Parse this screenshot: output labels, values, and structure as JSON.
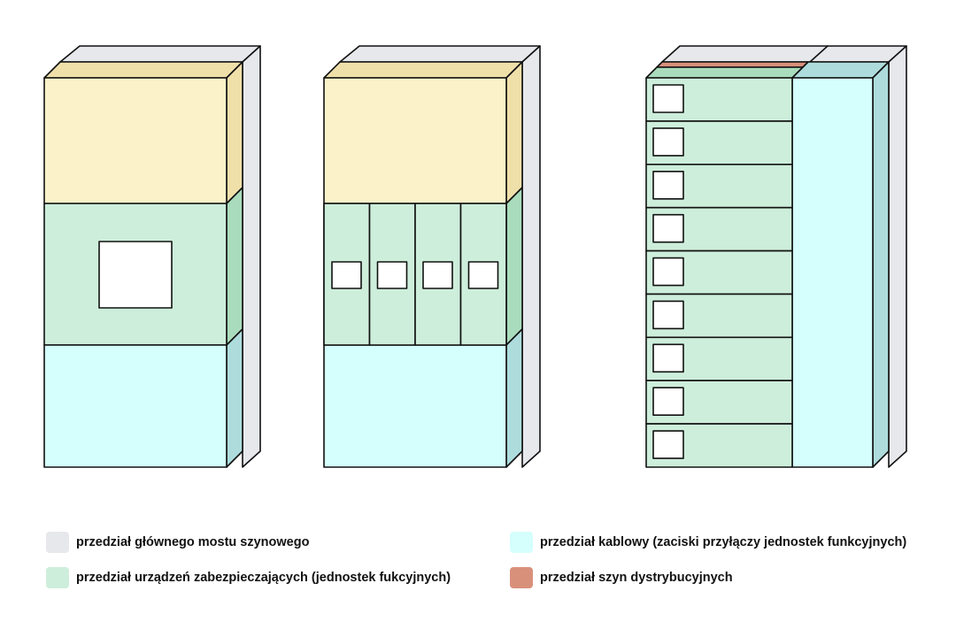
{
  "colors": {
    "busbar_main": "#e6e8ec",
    "equipment": "#cdeedb",
    "equipment_side": "#a9dcbc",
    "cable": "#d4fffd",
    "cable_side": "#aedcdc",
    "distribution": "#d9907b",
    "top": "#fbf2c9",
    "top_side": "#efe0aa",
    "stroke": "#111111"
  },
  "legend": [
    {
      "label": "przedział głównego mostu szynowego",
      "color": "#e6e8ec"
    },
    {
      "label": "przedział urządzeń zabezpieczających (jednostek fukcyjnych)",
      "color": "#cdeedb"
    },
    {
      "label": "przedział kablowy (zaciski przyłączy jednostek funkcyjnych)",
      "color": "#d4fffd"
    },
    {
      "label": "przedział szyn dystrybucyjnych",
      "color": "#d9907b"
    }
  ],
  "cabinets": [
    {
      "name": "cabinet-single-unit",
      "units": 1
    },
    {
      "name": "cabinet-four-units",
      "units": 4
    },
    {
      "name": "cabinet-nine-units",
      "units": 9
    }
  ]
}
